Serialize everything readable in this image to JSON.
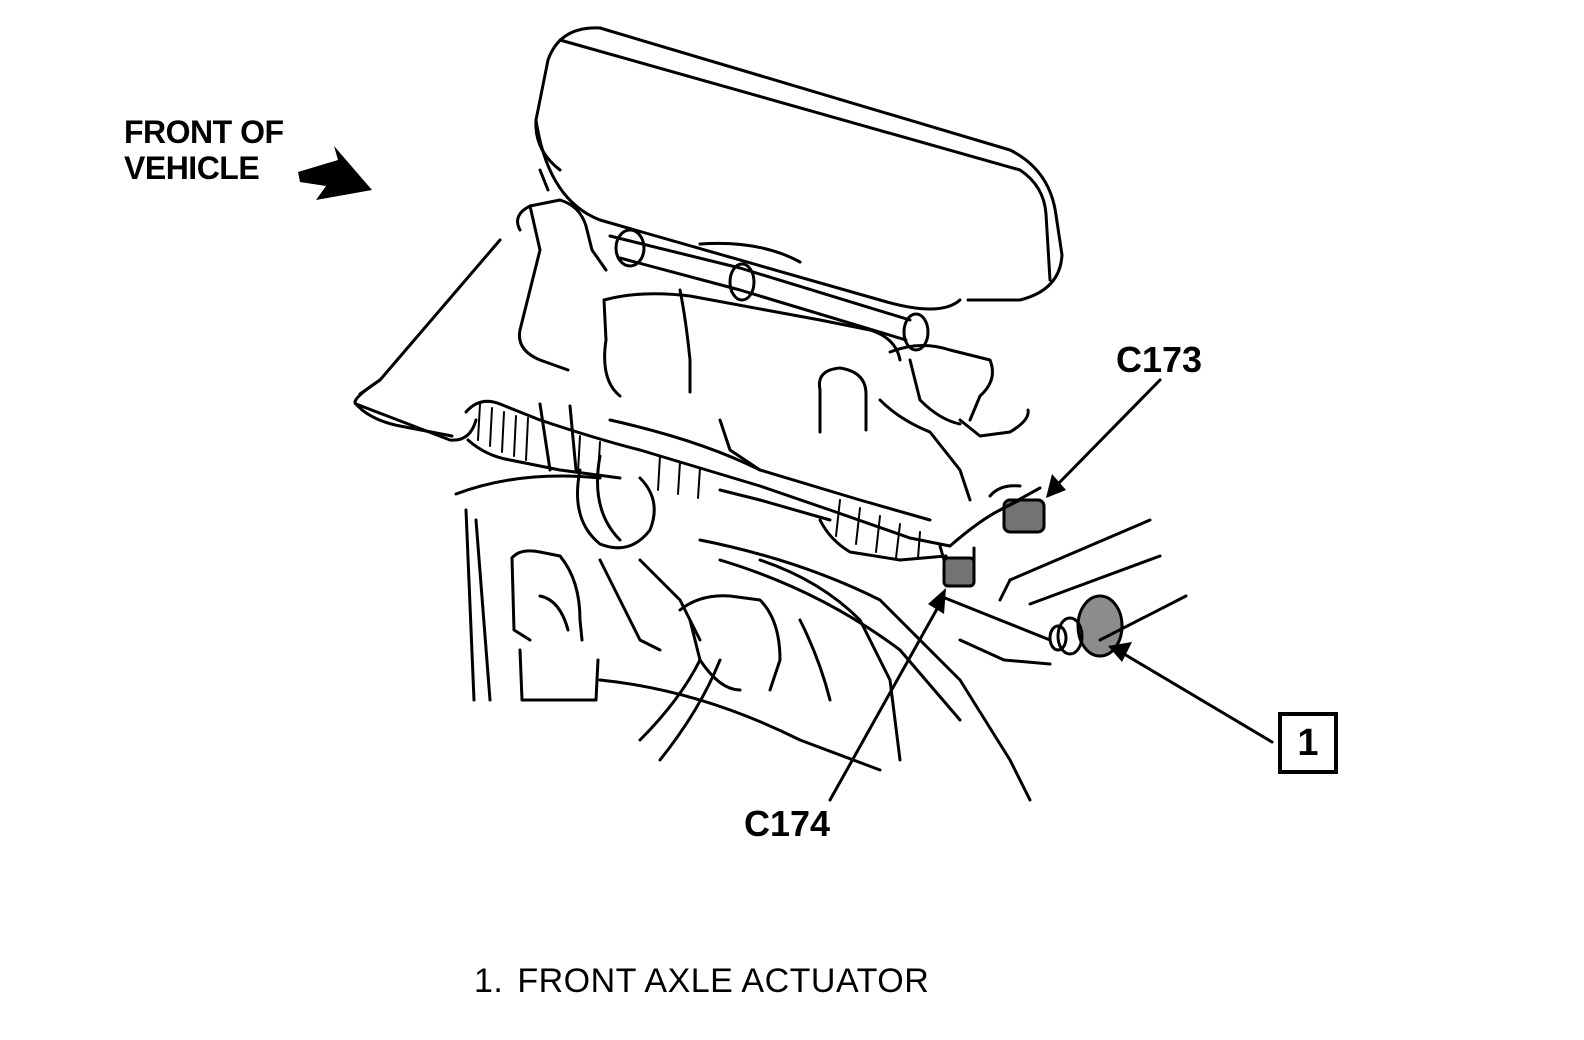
{
  "labels": {
    "front_line1": "FRONT OF",
    "front_line2": "VEHICLE",
    "c173": "C173",
    "c174": "C174",
    "callout": "1"
  },
  "legend": {
    "number": "1.",
    "text": "FRONT AXLE ACTUATOR"
  }
}
